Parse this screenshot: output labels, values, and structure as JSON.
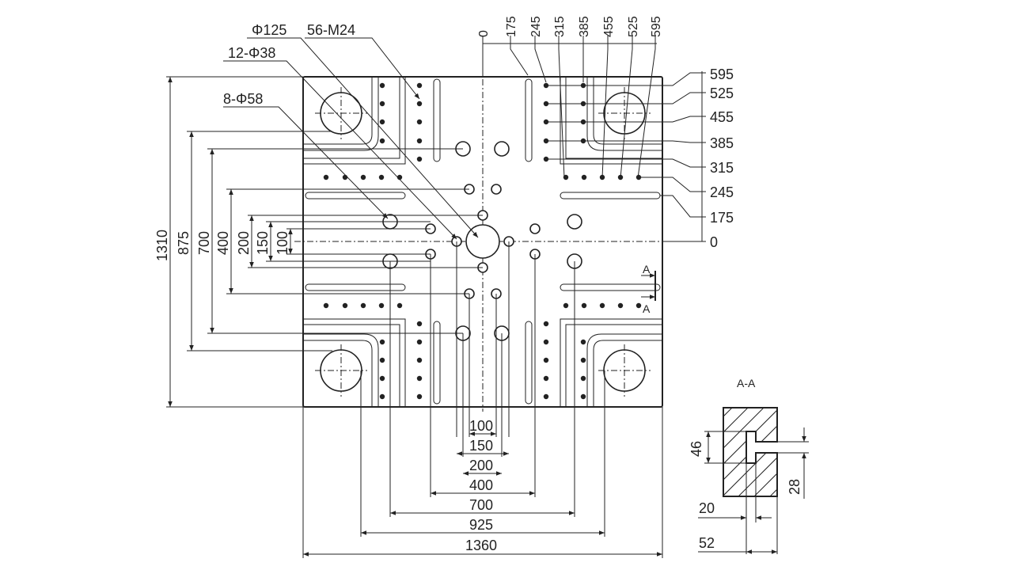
{
  "callouts": {
    "center_hole": "Φ125",
    "thread_holes": "56-M24",
    "holes_38": "12-Φ38",
    "holes_58": "8-Φ58"
  },
  "top_ticks": [
    "0",
    "175",
    "245",
    "315",
    "385",
    "455",
    "525",
    "595"
  ],
  "right_ticks": [
    "595",
    "525",
    "455",
    "385",
    "315",
    "245",
    "175",
    "0"
  ],
  "left_dims": [
    "1310",
    "875",
    "700",
    "400",
    "200",
    "150",
    "100"
  ],
  "bottom_dims": [
    "100",
    "150",
    "200",
    "400",
    "700",
    "925",
    "1360"
  ],
  "section": {
    "marker": "A",
    "title": "A-A",
    "dims": [
      "46",
      "28",
      "20",
      "52"
    ]
  }
}
